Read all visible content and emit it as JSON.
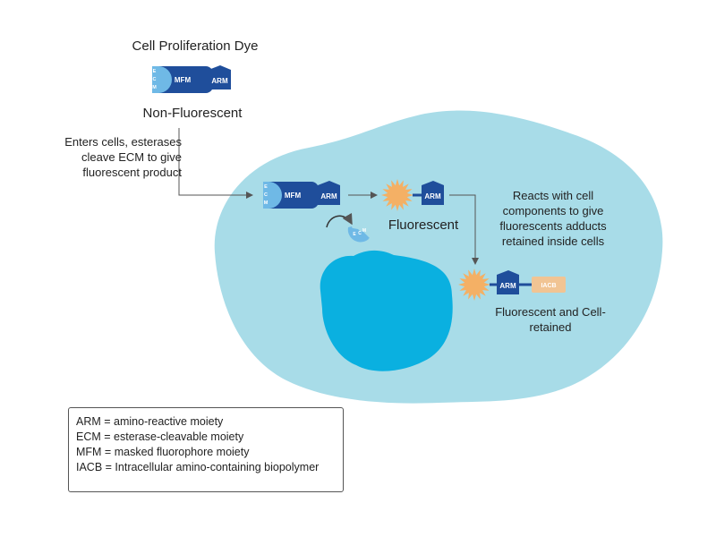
{
  "title": "Cell Proliferation Dye",
  "state_non_fluorescent": "Non-Fluorescent",
  "step1_text": "Enters cells, esterases cleave ECM to give fluorescent product",
  "state_fluorescent": "Fluorescent",
  "step2_text": "Reacts with cell components to give fluorescents adducts retained inside cells",
  "state_fluorescent_retained": "Fluorescent and Cell-retained",
  "molecule_labels": {
    "ecm": "ECM",
    "mfm": "MFM",
    "arm": "ARM",
    "iacb": "IACB"
  },
  "legend": [
    "ARM = amino-reactive moiety",
    "ECM = esterase-cleavable moiety",
    "MFM = masked fluorophore moiety",
    "IACB = Intracellular amino-containing biopolymer"
  ],
  "colors": {
    "cell": "#a8dce8",
    "nucleus": "#0ab0e0",
    "dark_blue": "#1f4e9b",
    "ecm_blue": "#6fb9e6",
    "fluorophore": "#f4b065",
    "iacb": "#f1c493",
    "arrow": "#555555"
  }
}
